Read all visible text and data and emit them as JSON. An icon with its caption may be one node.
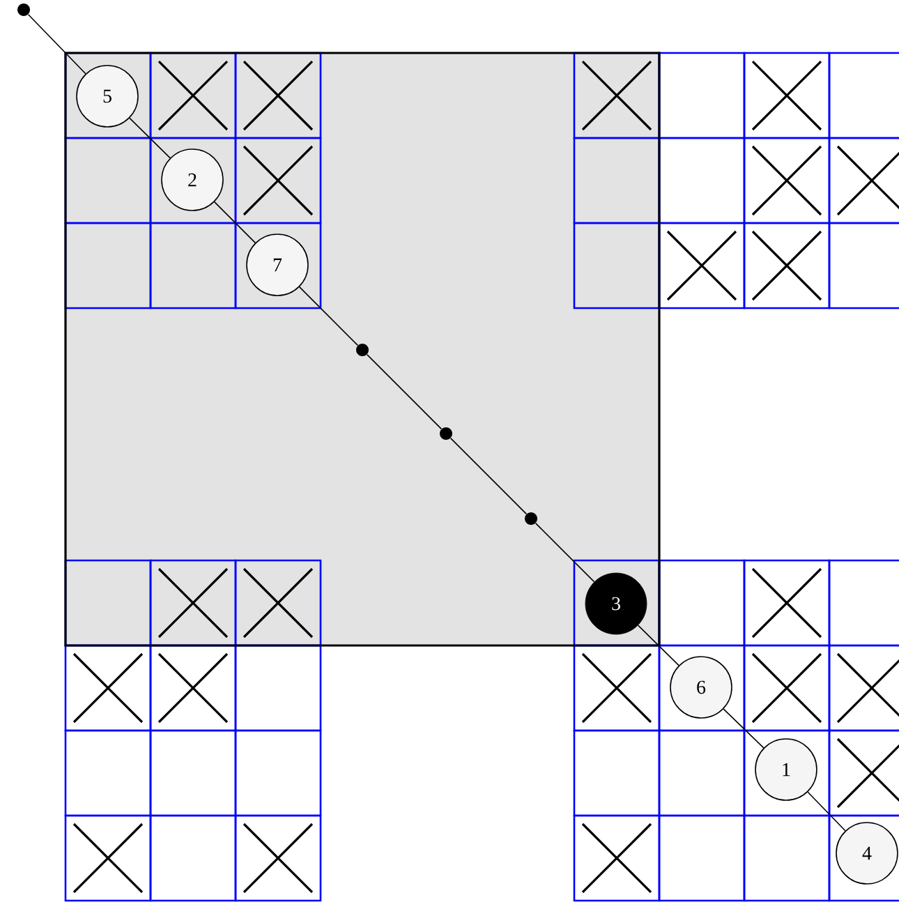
{
  "diagram": {
    "nodes": [
      {
        "text": [],
        "shape": "circle"
      },
      {
        "text": [
          "5"
        ]
      },
      {
        "text": [
          "2"
        ]
      },
      {
        "text": [
          "7"
        ]
      },
      {
        "text": [],
        "shape": "circle"
      },
      {
        "text": [],
        "shape": "circle"
      },
      {
        "text": [],
        "shape": "circle"
      },
      {
        "text": [
          "3"
        ]
      },
      {
        "text": [
          "6"
        ]
      },
      {
        "text": [
          "1"
        ]
      },
      {
        "text": [
          "4"
        ]
      }
    ],
    "edges": [
      {
        "from": 0,
        "to": 1,
        "arrow": "none"
      },
      {
        "from": 1,
        "to": 2,
        "arrow": "none"
      },
      {
        "from": 2,
        "to": 3,
        "arrow": "none"
      },
      {
        "from": 3,
        "to": 4,
        "arrow": "none"
      },
      {
        "from": 4,
        "to": 5,
        "arrow": "none"
      },
      {
        "from": 5,
        "to": 6,
        "arrow": "none"
      },
      {
        "from": 6,
        "to": 7,
        "arrow": "none"
      },
      {
        "from": 7,
        "to": 8,
        "arrow": "none"
      },
      {
        "from": 8,
        "to": 9,
        "arrow": "none"
      },
      {
        "from": 9,
        "to": 10,
        "arrow": "none"
      }
    ]
  }
}
